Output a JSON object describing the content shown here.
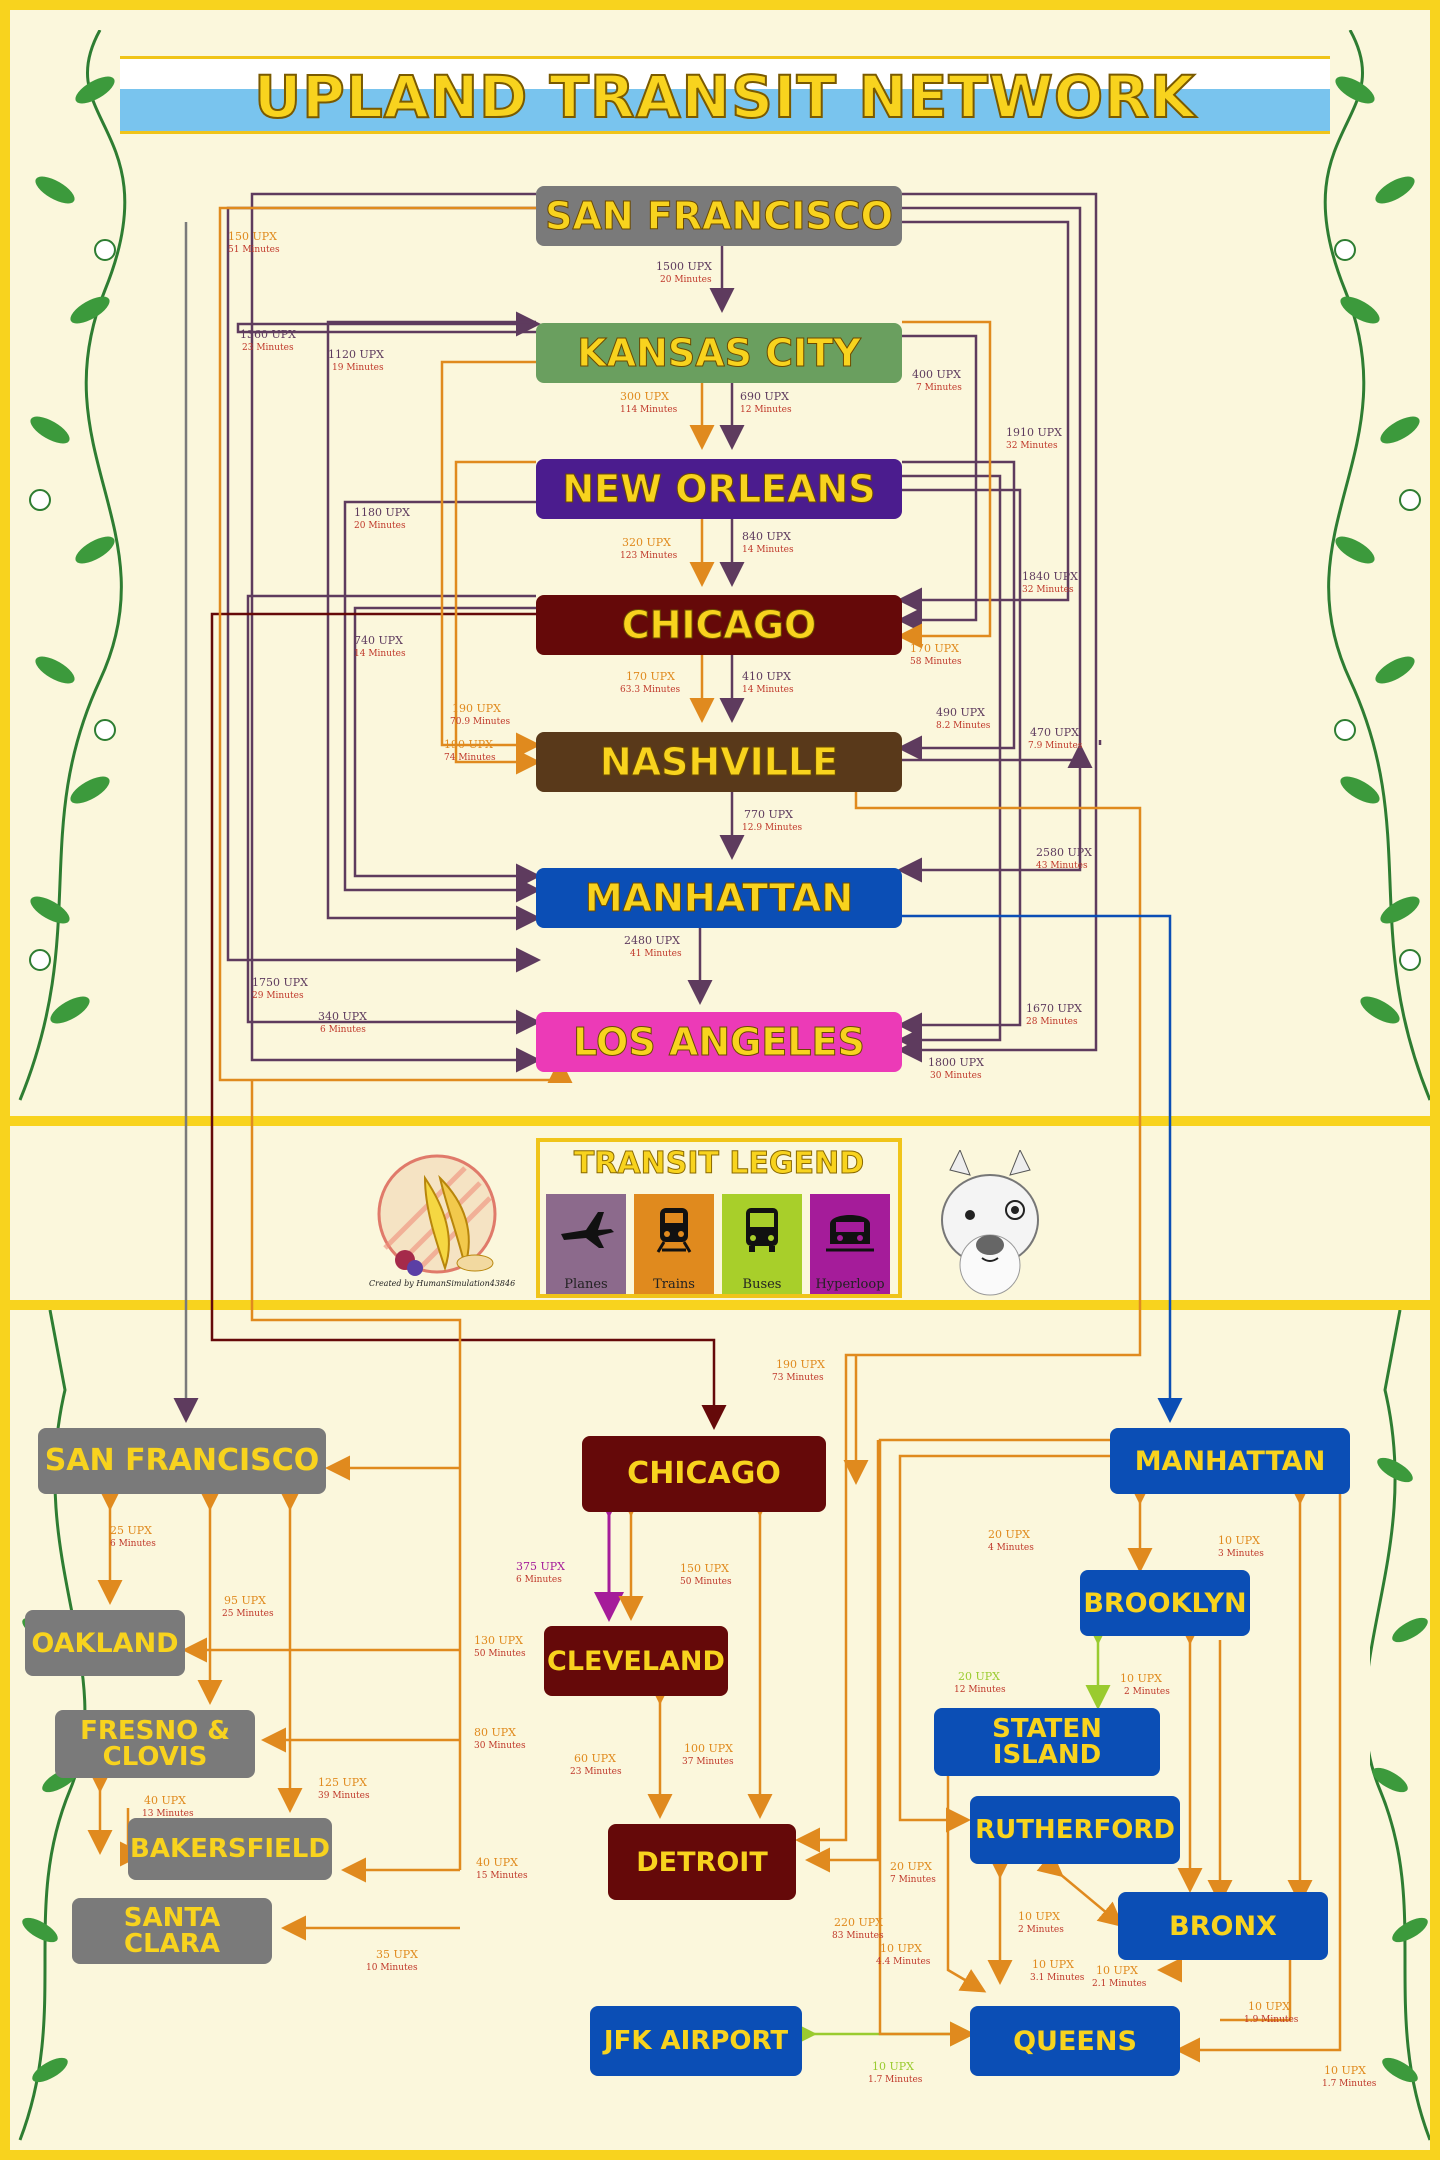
{
  "title": "UPLAND TRANSIT NETWORK",
  "colors": {
    "gold": "#f8d31e",
    "background": "#fbf7dc",
    "plane": "#5e3b5e",
    "train": "#e08a1e",
    "bus": "#9acb2f",
    "hyperloop": "#a51c9a",
    "sf_gray": "#7a7a7a",
    "kansas_green": "#6a9f5f",
    "new_orleans_purple": "#4b1c8e",
    "chicago_maroon": "#650909",
    "nashville_brown": "#59391a",
    "manhattan_blue": "#0b4eb5",
    "la_pink": "#ec3ab7"
  },
  "top_cities": [
    {
      "key": "sf",
      "label": "SAN FRANCISCO"
    },
    {
      "key": "kc",
      "label": "KANSAS CITY"
    },
    {
      "key": "no",
      "label": "NEW ORLEANS"
    },
    {
      "key": "chi",
      "label": "CHICAGO"
    },
    {
      "key": "nash",
      "label": "NASHVILLE"
    },
    {
      "key": "man",
      "label": "MANHATTAN"
    },
    {
      "key": "la",
      "label": "LOS ANGELES"
    }
  ],
  "top_edge_labels": [
    {
      "upx": "150 UPX",
      "min": "51 Minutes",
      "mode": "train"
    },
    {
      "upx": "1500 UPX",
      "min": "20 Minutes",
      "mode": "plane"
    },
    {
      "upx": "1360 UPX",
      "min": "23 Minutes",
      "mode": "plane"
    },
    {
      "upx": "1120 UPX",
      "min": "19 Minutes",
      "mode": "plane"
    },
    {
      "upx": "400 UPX",
      "min": "7 Minutes",
      "mode": "plane"
    },
    {
      "upx": "300 UPX",
      "min": "114 Minutes",
      "mode": "train"
    },
    {
      "upx": "690 UPX",
      "min": "12 Minutes",
      "mode": "plane"
    },
    {
      "upx": "1910 UPX",
      "min": "32 Minutes",
      "mode": "plane"
    },
    {
      "upx": "1180 UPX",
      "min": "20 Minutes",
      "mode": "plane"
    },
    {
      "upx": "320 UPX",
      "min": "123 Minutes",
      "mode": "train"
    },
    {
      "upx": "840 UPX",
      "min": "14 Minutes",
      "mode": "plane"
    },
    {
      "upx": "1840 UPX",
      "min": "32 Minutes",
      "mode": "plane"
    },
    {
      "upx": "740 UPX",
      "min": "14 Minutes",
      "mode": "plane"
    },
    {
      "upx": "170 UPX",
      "min": "58 Minutes",
      "mode": "train"
    },
    {
      "upx": "170 UPX",
      "min": "63.3 Minutes",
      "mode": "train"
    },
    {
      "upx": "410 UPX",
      "min": "14 Minutes",
      "mode": "plane"
    },
    {
      "upx": "190 UPX",
      "min": "70.9 Minutes",
      "mode": "train"
    },
    {
      "upx": "490 UPX",
      "min": "8.2 Minutes",
      "mode": "plane"
    },
    {
      "upx": "470 UPX",
      "min": "7.9 Minutes",
      "mode": "plane"
    },
    {
      "upx": "190 UPX",
      "min": "74 Minutes",
      "mode": "train"
    },
    {
      "upx": "770 UPX",
      "min": "12.9 Minutes",
      "mode": "plane"
    },
    {
      "upx": "2580 UPX",
      "min": "43 Minutes",
      "mode": "plane"
    },
    {
      "upx": "2480 UPX",
      "min": "41 Minutes",
      "mode": "plane"
    },
    {
      "upx": "1750 UPX",
      "min": "29 Minutes",
      "mode": "plane"
    },
    {
      "upx": "340 UPX",
      "min": "6 Minutes",
      "mode": "plane"
    },
    {
      "upx": "1670 UPX",
      "min": "28 Minutes",
      "mode": "plane"
    },
    {
      "upx": "1800 UPX",
      "min": "30 Minutes",
      "mode": "plane"
    }
  ],
  "legend": {
    "title": "TRANSIT LEGEND",
    "items": [
      {
        "label": "Planes",
        "icon": "airplane-icon",
        "color": "#8c6a8c"
      },
      {
        "label": "Trains",
        "icon": "train-icon",
        "color": "#e08a1e"
      },
      {
        "label": "Buses",
        "icon": "bus-icon",
        "color": "#a8cf2a"
      },
      {
        "label": "Hyperloop",
        "icon": "hyperloop-icon",
        "color": "#a51c9a"
      }
    ],
    "credit": "Created by HumanSimulation43846"
  },
  "sf_region": {
    "cities": [
      "SAN FRANCISCO",
      "OAKLAND",
      "FRESNO & CLOVIS",
      "BAKERSFIELD",
      "SANTA CLARA"
    ],
    "edges": [
      {
        "upx": "25 UPX",
        "min": "6 Minutes"
      },
      {
        "upx": "95 UPX",
        "min": "25 Minutes"
      },
      {
        "upx": "130 UPX",
        "min": "50 Minutes"
      },
      {
        "upx": "80 UPX",
        "min": "30 Minutes"
      },
      {
        "upx": "125 UPX",
        "min": "39 Minutes"
      },
      {
        "upx": "40 UPX",
        "min": "13 Minutes"
      },
      {
        "upx": "40 UPX",
        "min": "15 Minutes"
      },
      {
        "upx": "35 UPX",
        "min": "10 Minutes"
      }
    ]
  },
  "chicago_region": {
    "cities": [
      "CHICAGO",
      "CLEVELAND",
      "DETROIT"
    ],
    "edges": [
      {
        "upx": "375 UPX",
        "min": "6 Minutes",
        "mode": "hyperloop"
      },
      {
        "upx": "150 UPX",
        "min": "50 Minutes",
        "mode": "train"
      },
      {
        "upx": "60 UPX",
        "min": "23 Minutes",
        "mode": "train"
      },
      {
        "upx": "100 UPX",
        "min": "37 Minutes",
        "mode": "train"
      },
      {
        "upx": "190 UPX",
        "min": "73 Minutes",
        "mode": "train"
      },
      {
        "upx": "220 UPX",
        "min": "83 Minutes",
        "mode": "train"
      }
    ]
  },
  "ny_region": {
    "cities": [
      "MANHATTAN",
      "BROOKLYN",
      "STATEN ISLAND",
      "RUTHERFORD",
      "BRONX",
      "JFK AIRPORT",
      "QUEENS"
    ],
    "edges": [
      {
        "upx": "20 UPX",
        "min": "4 Minutes",
        "mode": "train"
      },
      {
        "upx": "10 UPX",
        "min": "3 Minutes",
        "mode": "train"
      },
      {
        "upx": "20 UPX",
        "min": "12 Minutes",
        "mode": "bus"
      },
      {
        "upx": "10 UPX",
        "min": "2 Minutes",
        "mode": "train"
      },
      {
        "upx": "20 UPX",
        "min": "7 Minutes",
        "mode": "train"
      },
      {
        "upx": "10 UPX",
        "min": "2 Minutes",
        "mode": "train"
      },
      {
        "upx": "10 UPX",
        "min": "4.4 Minutes",
        "mode": "train"
      },
      {
        "upx": "10 UPX",
        "min": "3.1 Minutes",
        "mode": "train"
      },
      {
        "upx": "10 UPX",
        "min": "2.1 Minutes",
        "mode": "train"
      },
      {
        "upx": "10 UPX",
        "min": "1.9 Minutes",
        "mode": "train"
      },
      {
        "upx": "10 UPX",
        "min": "1.7 Minutes",
        "mode": "bus"
      },
      {
        "upx": "10 UPX",
        "min": "1.7 Minutes",
        "mode": "train"
      }
    ]
  }
}
